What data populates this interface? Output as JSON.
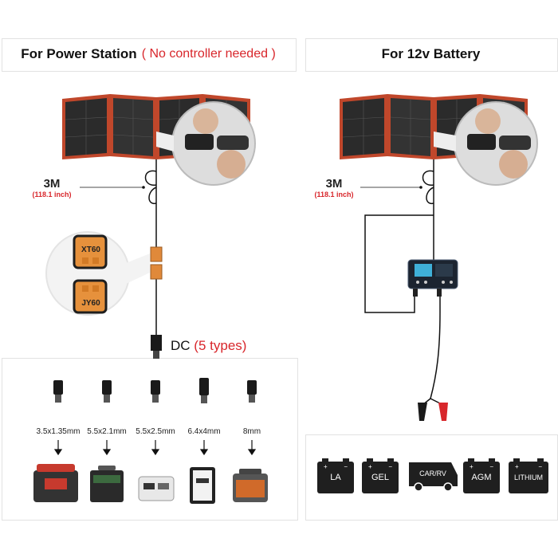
{
  "left": {
    "title": "For Power Station",
    "note": "( No controller needed )",
    "cable_length": "3M",
    "cable_length_sub": "(118.1 inch)",
    "connector_top": "XT60",
    "connector_bottom": "JY60",
    "dc_label": "DC",
    "dc_types": "(5 types)",
    "plugs": [
      {
        "size": "3.5x1.35mm",
        "device": "power-station-red-icon"
      },
      {
        "size": "5.5x2.1mm",
        "device": "power-station-green-icon"
      },
      {
        "size": "5.5x2.5mm",
        "device": "power-station-white-icon"
      },
      {
        "size": "6.4x4mm",
        "device": "power-station-tall-icon"
      },
      {
        "size": "8mm",
        "device": "power-station-orange-icon"
      }
    ]
  },
  "right": {
    "title": "For 12v Battery",
    "cable_length": "3M",
    "cable_length_sub": "(118.1 inch)",
    "batteries": [
      {
        "label": "LA"
      },
      {
        "label": "GEL"
      },
      {
        "label": "CAR/RV"
      },
      {
        "label": "AGM"
      },
      {
        "label": "LITHIUM"
      }
    ]
  },
  "colors": {
    "accent_red": "#d8262b",
    "panel_frame": "#c0472b",
    "panel_cell": "#2b2b2b"
  }
}
